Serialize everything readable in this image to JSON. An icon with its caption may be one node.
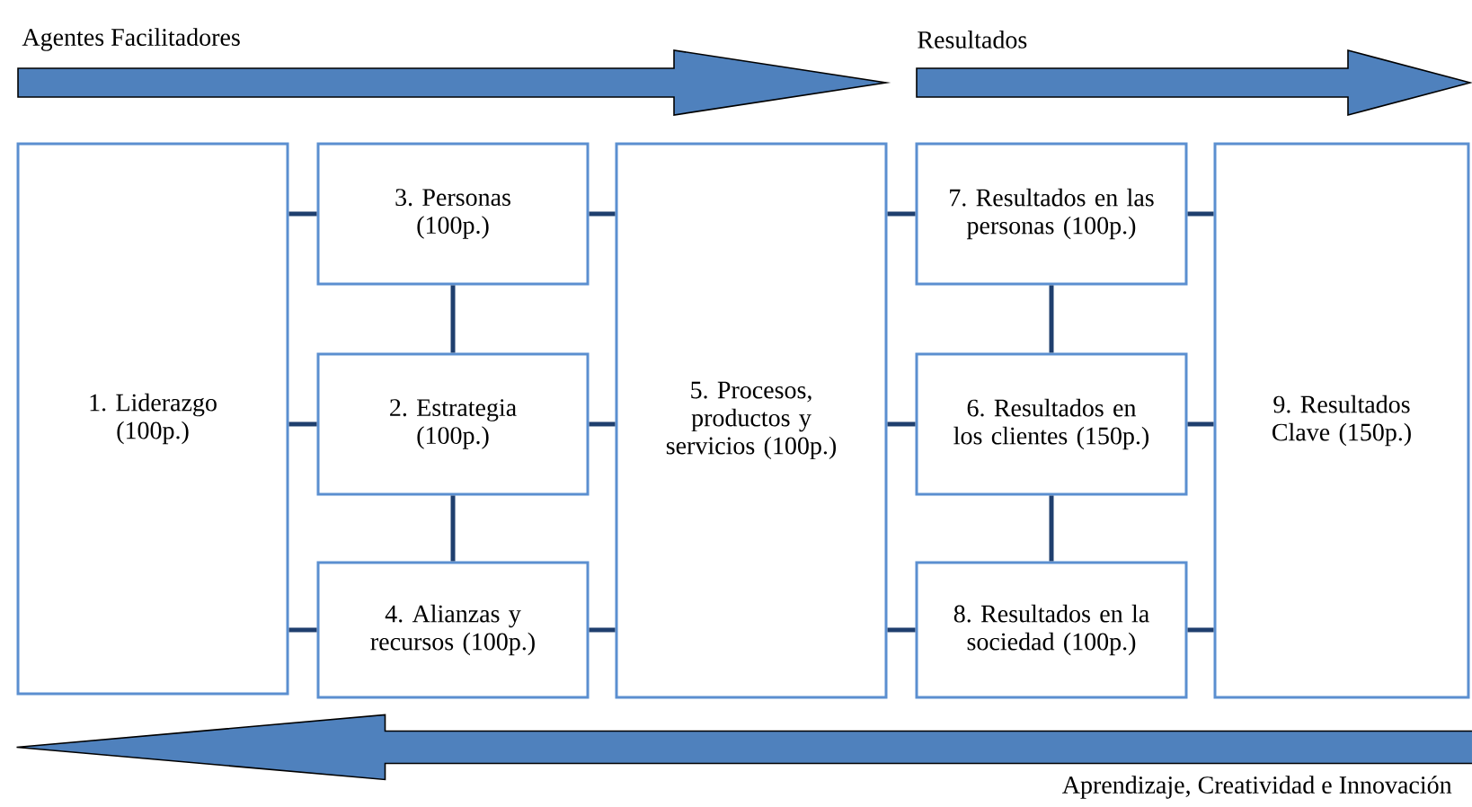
{
  "diagram": {
    "nodes": [
      {
        "text": [
          "1. Liderazgo (100p.)"
        ]
      },
      {
        "text": [
          "3. Personas (100p.)"
        ]
      },
      {
        "text": [
          "2. Estrategia (100p.)"
        ]
      },
      {
        "text": [
          "4. Alianzas y recursos (100p.)"
        ]
      },
      {
        "text": [
          "5. Procesos, productos y servicios (100p.)"
        ]
      },
      {
        "text": [
          "7. Resultados en las personas (100p.)"
        ]
      },
      {
        "text": [
          "6. Resultados en los clientes (150p.)"
        ]
      },
      {
        "text": [
          "8. Resultados en la sociedad (100p.)"
        ]
      },
      {
        "text": [
          "9. Resultados Clave (150p.)"
        ]
      }
    ],
    "edges": [
      {
        "from": 0,
        "to": 1,
        "arrow": "none"
      },
      {
        "from": 0,
        "to": 2,
        "arrow": "none"
      },
      {
        "from": 0,
        "to": 3,
        "arrow": "none"
      },
      {
        "from": 1,
        "to": 2,
        "arrow": "none"
      },
      {
        "from": 2,
        "to": 3,
        "arrow": "none"
      },
      {
        "from": 1,
        "to": 4,
        "arrow": "none"
      },
      {
        "from": 2,
        "to": 4,
        "arrow": "none"
      },
      {
        "from": 3,
        "to": 4,
        "arrow": "none"
      },
      {
        "from": 4,
        "to": 5,
        "arrow": "none"
      },
      {
        "from": 4,
        "to": 6,
        "arrow": "none"
      },
      {
        "from": 4,
        "to": 7,
        "arrow": "none"
      },
      {
        "from": 5,
        "to": 6,
        "arrow": "none"
      },
      {
        "from": 6,
        "to": 7,
        "arrow": "none"
      },
      {
        "from": 5,
        "to": 8,
        "arrow": "none"
      },
      {
        "from": 6,
        "to": 8,
        "arrow": "none"
      },
      {
        "from": 7,
        "to": 8,
        "arrow": "none"
      },
      {
        "from": 8,
        "to": 0,
        "arrow": "to",
        "style": "thick"
      }
    ],
    "labels": [
      "Agentes Facilitadores",
      "Resultados",
      "Aprendizaje, Creatividad e Innovación"
    ]
  }
}
